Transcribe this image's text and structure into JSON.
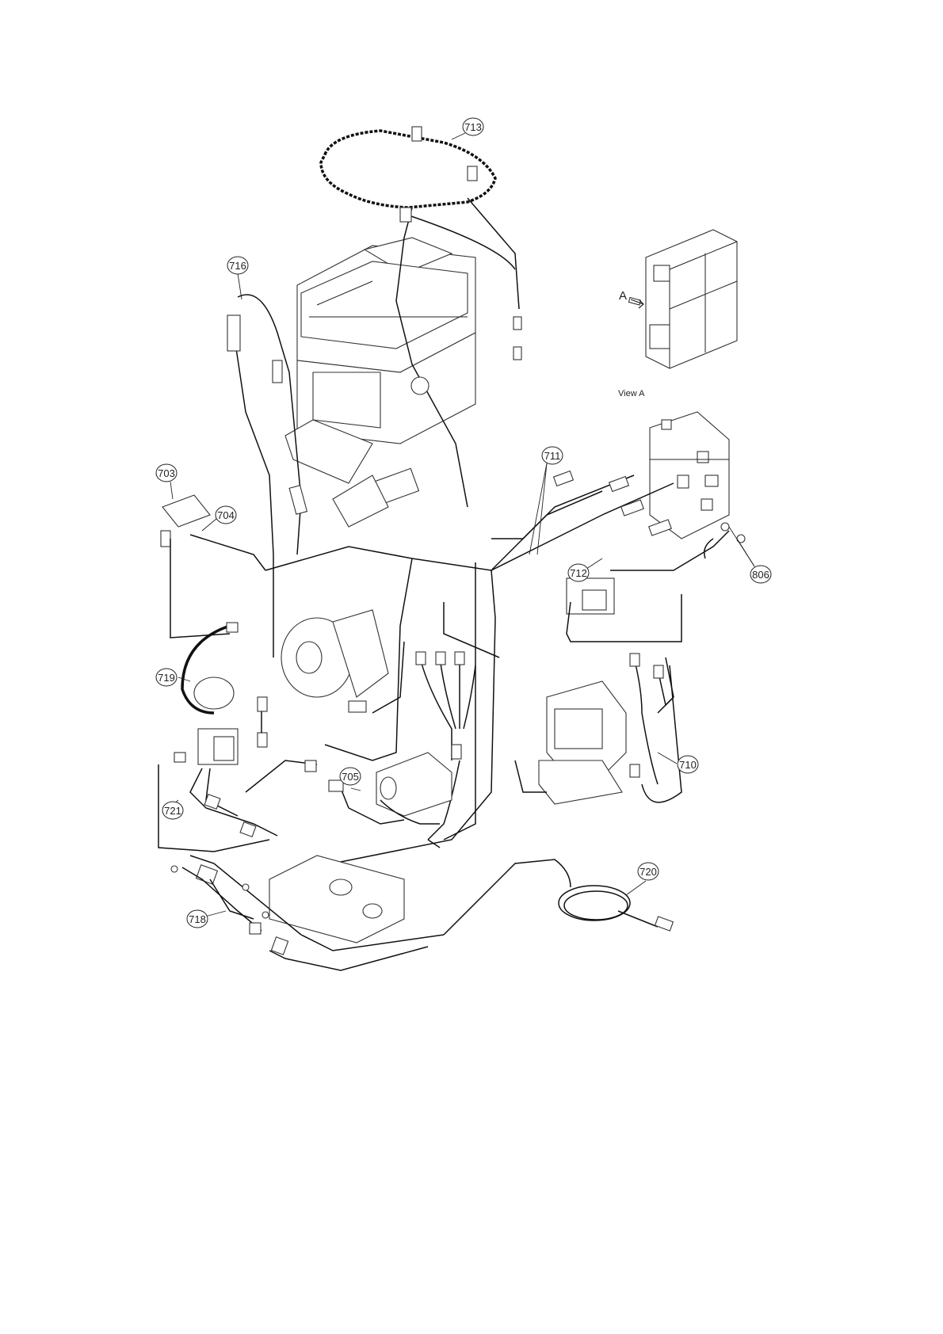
{
  "diagram": {
    "view_label": "View A",
    "arrow_letter": "A",
    "callouts": [
      {
        "id": "713",
        "label": "713"
      },
      {
        "id": "716",
        "label": "716"
      },
      {
        "id": "703",
        "label": "703"
      },
      {
        "id": "704",
        "label": "704"
      },
      {
        "id": "711",
        "label": "711"
      },
      {
        "id": "712",
        "label": "712"
      },
      {
        "id": "806",
        "label": "806"
      },
      {
        "id": "719",
        "label": "719"
      },
      {
        "id": "705",
        "label": "705"
      },
      {
        "id": "710",
        "label": "710"
      },
      {
        "id": "721",
        "label": "721"
      },
      {
        "id": "720",
        "label": "720"
      },
      {
        "id": "718",
        "label": "718"
      }
    ]
  }
}
